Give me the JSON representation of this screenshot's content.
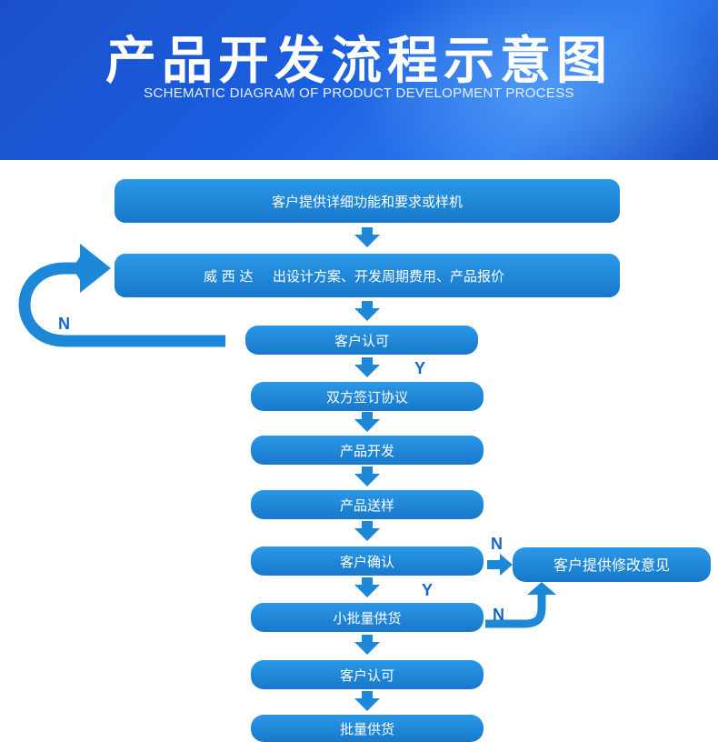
{
  "header": {
    "title": "产品开发流程示意图",
    "subtitle": "SCHEMATIC DIAGRAM OF PRODUCT DEVELOPMENT PROCESS"
  },
  "colors": {
    "header_blue": "#1a5fe0",
    "box_blue": "#1e88d8",
    "arrow_blue": "#1e88d8",
    "label_blue": "#1565c8"
  },
  "steps": {
    "step1": "客户提供详细功能和要求或样机",
    "step2_company": "威 西 达",
    "step2_rest": "出设计方案、开发周期费用、产品报价",
    "step3": "客户认可",
    "step4": "双方签订协议",
    "step5": "产品开发",
    "step6": "产品送样",
    "step7": "客户确认",
    "step8": "小批量供货",
    "step9": "客户认可",
    "step10": "批量供货",
    "side": "客户提供修改意见"
  },
  "labels": {
    "n1": "N",
    "y1": "Y",
    "n2": "N",
    "y2": "Y",
    "n3": "N"
  }
}
